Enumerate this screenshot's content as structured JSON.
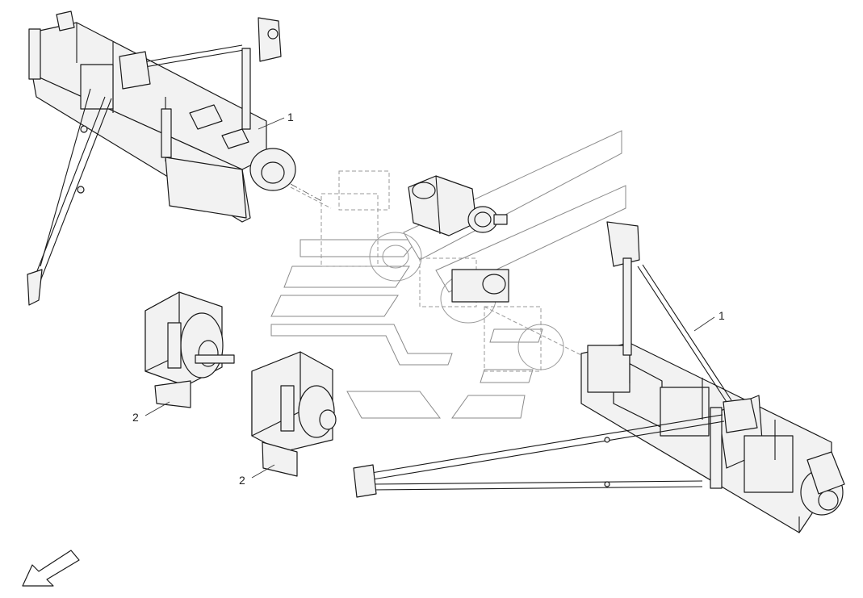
{
  "callouts": [
    {
      "id": "upper-left-assembly",
      "label": "1"
    },
    {
      "id": "lower-right-assembly",
      "label": "1"
    },
    {
      "id": "left-small-unit",
      "label": "2"
    },
    {
      "id": "center-small-unit",
      "label": "2"
    }
  ],
  "icons": {
    "direction_arrow": "front-direction-arrow-icon"
  }
}
